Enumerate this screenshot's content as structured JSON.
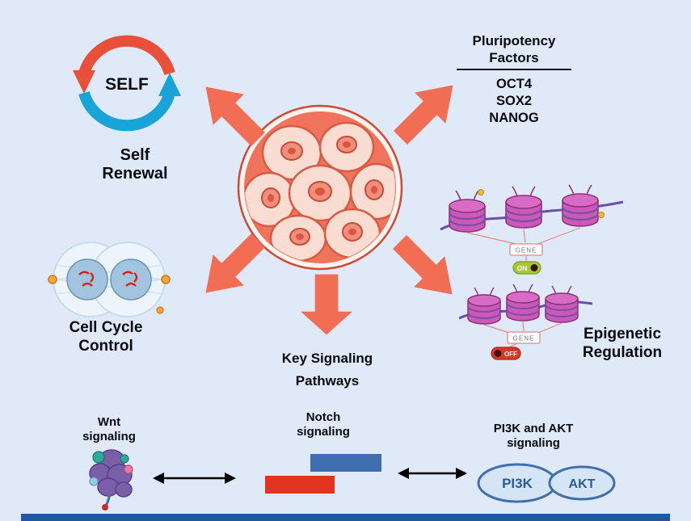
{
  "colors": {
    "background": "#dfe9f7",
    "radial_arrow": "#f16e55",
    "cycle_red": "#e8503a",
    "cycle_blue": "#18a4d8",
    "bottom_bar": "#2456a8",
    "notch_blue": "#3e6ead",
    "notch_red": "#e23420",
    "on_green": "#a6c838",
    "off_red": "#d83828",
    "nucleosome_pink": "#cc58b8",
    "dna_purple": "#6a4fa8"
  },
  "self_renewal": {
    "cycle_text": "SELF",
    "label_line1": "Self",
    "label_line2": "Renewal"
  },
  "pluripotency": {
    "title_line1": "Pluripotency",
    "title_line2": "Factors",
    "factors": [
      "OCT4",
      "SOX2",
      "NANOG"
    ]
  },
  "cell_cycle": {
    "label_line1": "Cell Cycle",
    "label_line2": "Control"
  },
  "epigenetic": {
    "label_line1": "Epigenetic",
    "label_line2": "Regulation",
    "gene_label": "GENE",
    "on_label": "ON",
    "off_label": "OFF"
  },
  "signaling_hub": {
    "line1": "Key Signaling",
    "line2": "Pathways"
  },
  "wnt": {
    "label_line1": "Wnt",
    "label_line2": "signaling"
  },
  "notch": {
    "label_line1": "Notch",
    "label_line2": "signaling"
  },
  "pi3k_akt": {
    "label_line1": "PI3K and AKT",
    "label_line2": "signaling",
    "pi3k_text": "PI3K",
    "akt_text": "AKT"
  }
}
